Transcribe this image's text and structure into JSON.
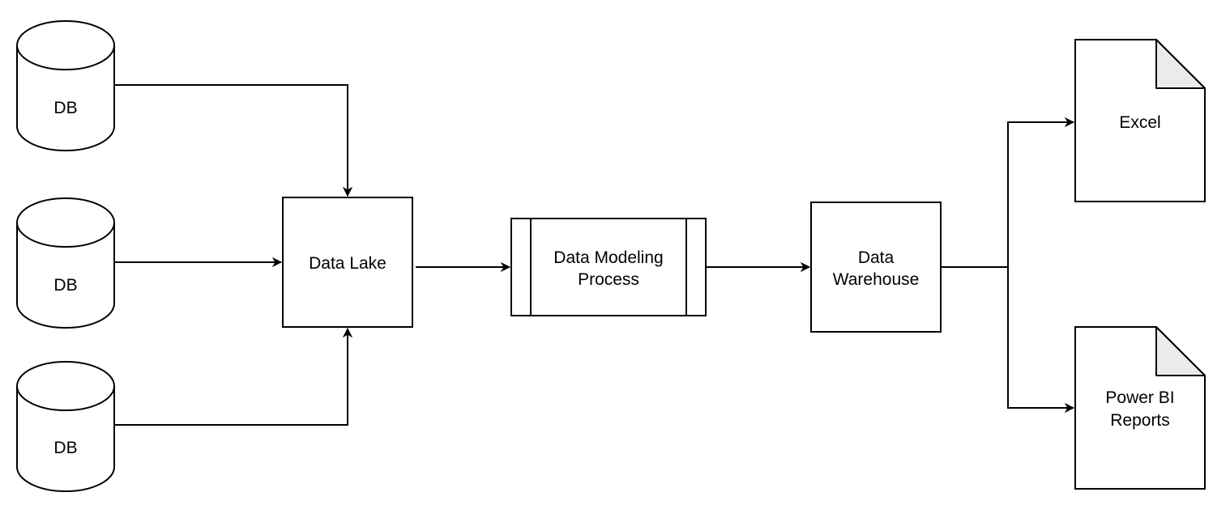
{
  "nodes": {
    "db1": {
      "label": "DB"
    },
    "db2": {
      "label": "DB"
    },
    "db3": {
      "label": "DB"
    },
    "data_lake": {
      "label": "Data Lake"
    },
    "data_modeling": {
      "line1": "Data Modeling",
      "line2": "Process"
    },
    "data_warehouse": {
      "line1": "Data",
      "line2": "Warehouse"
    },
    "excel": {
      "label": "Excel"
    },
    "power_bi": {
      "line1": "Power BI",
      "line2": "Reports"
    }
  },
  "colors": {
    "stroke": "#000000",
    "fill": "#ffffff",
    "document_fold": "#ebebeb"
  }
}
